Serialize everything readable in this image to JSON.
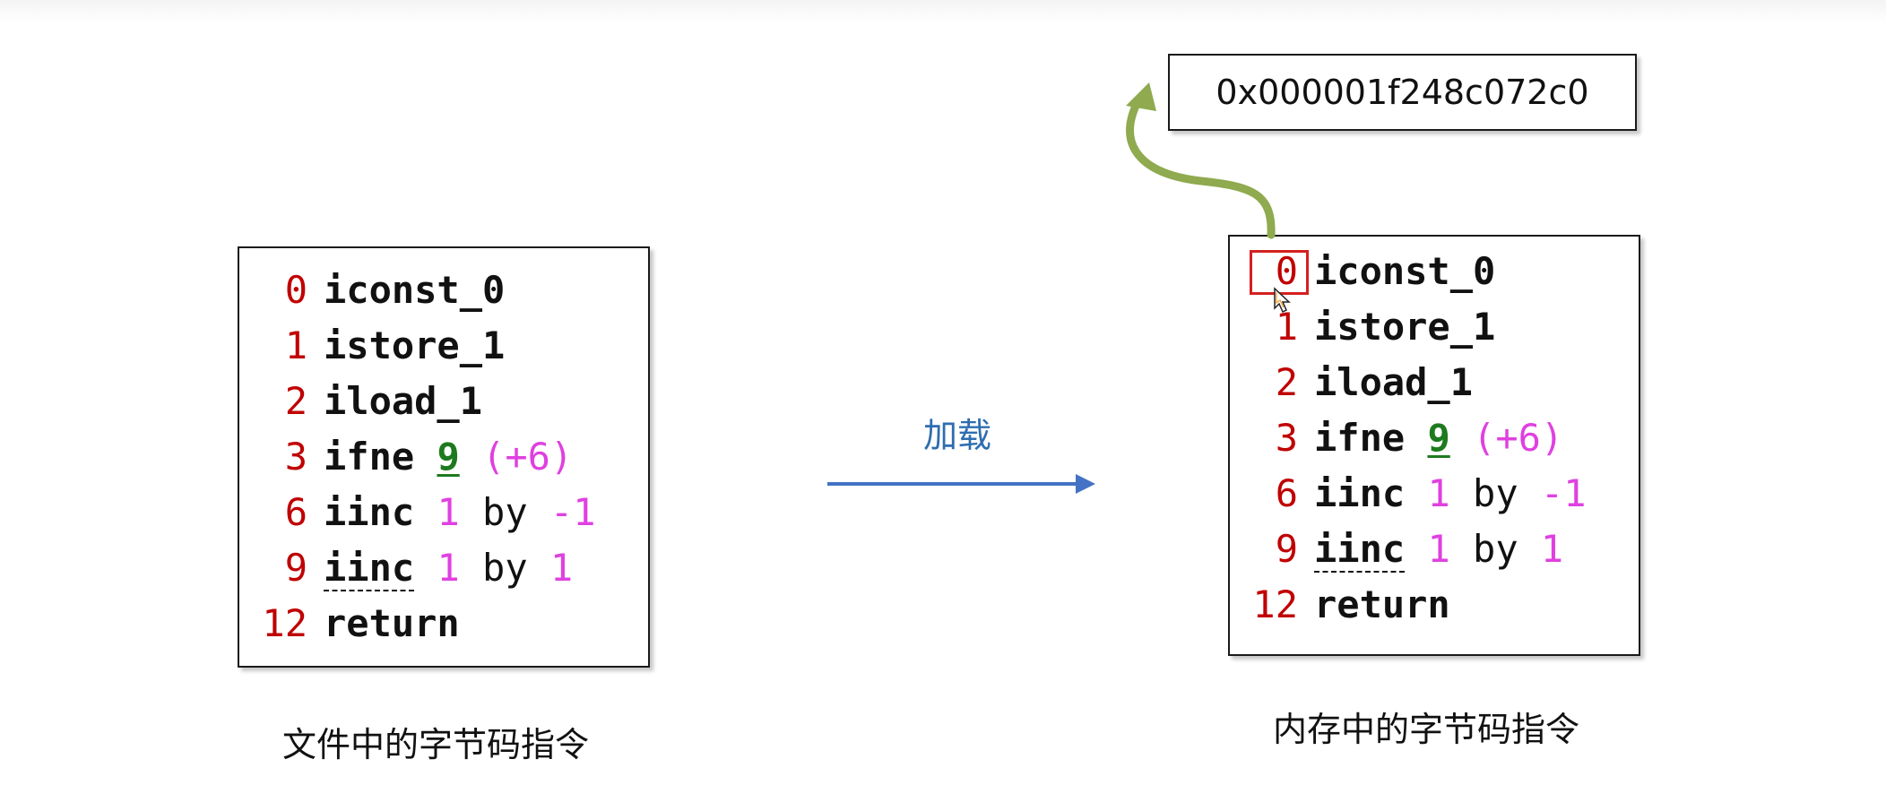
{
  "file_bytecode": {
    "caption": "文件中的字节码指令",
    "rows": [
      {
        "offset": "0",
        "op": "iconst_0",
        "target": "",
        "delta": "",
        "a": "",
        "by": "",
        "b": ""
      },
      {
        "offset": "1",
        "op": "istore_1",
        "target": "",
        "delta": "",
        "a": "",
        "by": "",
        "b": ""
      },
      {
        "offset": "2",
        "op": "iload_1",
        "target": "",
        "delta": "",
        "a": "",
        "by": "",
        "b": ""
      },
      {
        "offset": "3",
        "op": "ifne",
        "target": "9",
        "delta": "(+6)",
        "a": "",
        "by": "",
        "b": ""
      },
      {
        "offset": "6",
        "op": "iinc",
        "target": "",
        "delta": "",
        "a": "1",
        "by": "by",
        "b": "-1"
      },
      {
        "offset": "9",
        "op": "iinc",
        "target": "",
        "delta": "",
        "a": "1",
        "by": "by",
        "b": "1"
      },
      {
        "offset": "12",
        "op": "return",
        "target": "",
        "delta": "",
        "a": "",
        "by": "",
        "b": ""
      }
    ]
  },
  "memory_bytecode": {
    "caption": "内存中的字节码指令",
    "rows": [
      {
        "offset": "0",
        "op": "iconst_0",
        "target": "",
        "delta": "",
        "a": "",
        "by": "",
        "b": ""
      },
      {
        "offset": "1",
        "op": "istore_1",
        "target": "",
        "delta": "",
        "a": "",
        "by": "",
        "b": ""
      },
      {
        "offset": "2",
        "op": "iload_1",
        "target": "",
        "delta": "",
        "a": "",
        "by": "",
        "b": ""
      },
      {
        "offset": "3",
        "op": "ifne",
        "target": "9",
        "delta": "(+6)",
        "a": "",
        "by": "",
        "b": ""
      },
      {
        "offset": "6",
        "op": "iinc",
        "target": "",
        "delta": "",
        "a": "1",
        "by": "by",
        "b": "-1"
      },
      {
        "offset": "9",
        "op": "iinc",
        "target": "",
        "delta": "",
        "a": "1",
        "by": "by",
        "b": "1"
      },
      {
        "offset": "12",
        "op": "return",
        "target": "",
        "delta": "",
        "a": "",
        "by": "",
        "b": ""
      }
    ]
  },
  "load_label": "加载",
  "memory_address": "0x000001f248c072c0",
  "colors": {
    "offset": "#c00000",
    "jump_target": "#1e7a1e",
    "operand": "#e040e0",
    "load_arrow": "#4472c4",
    "load_label": "#2e6db0",
    "pointer_arrow": "#8faa4f",
    "highlight": "#d42020"
  },
  "icons": [
    "mouse-cursor-icon"
  ]
}
